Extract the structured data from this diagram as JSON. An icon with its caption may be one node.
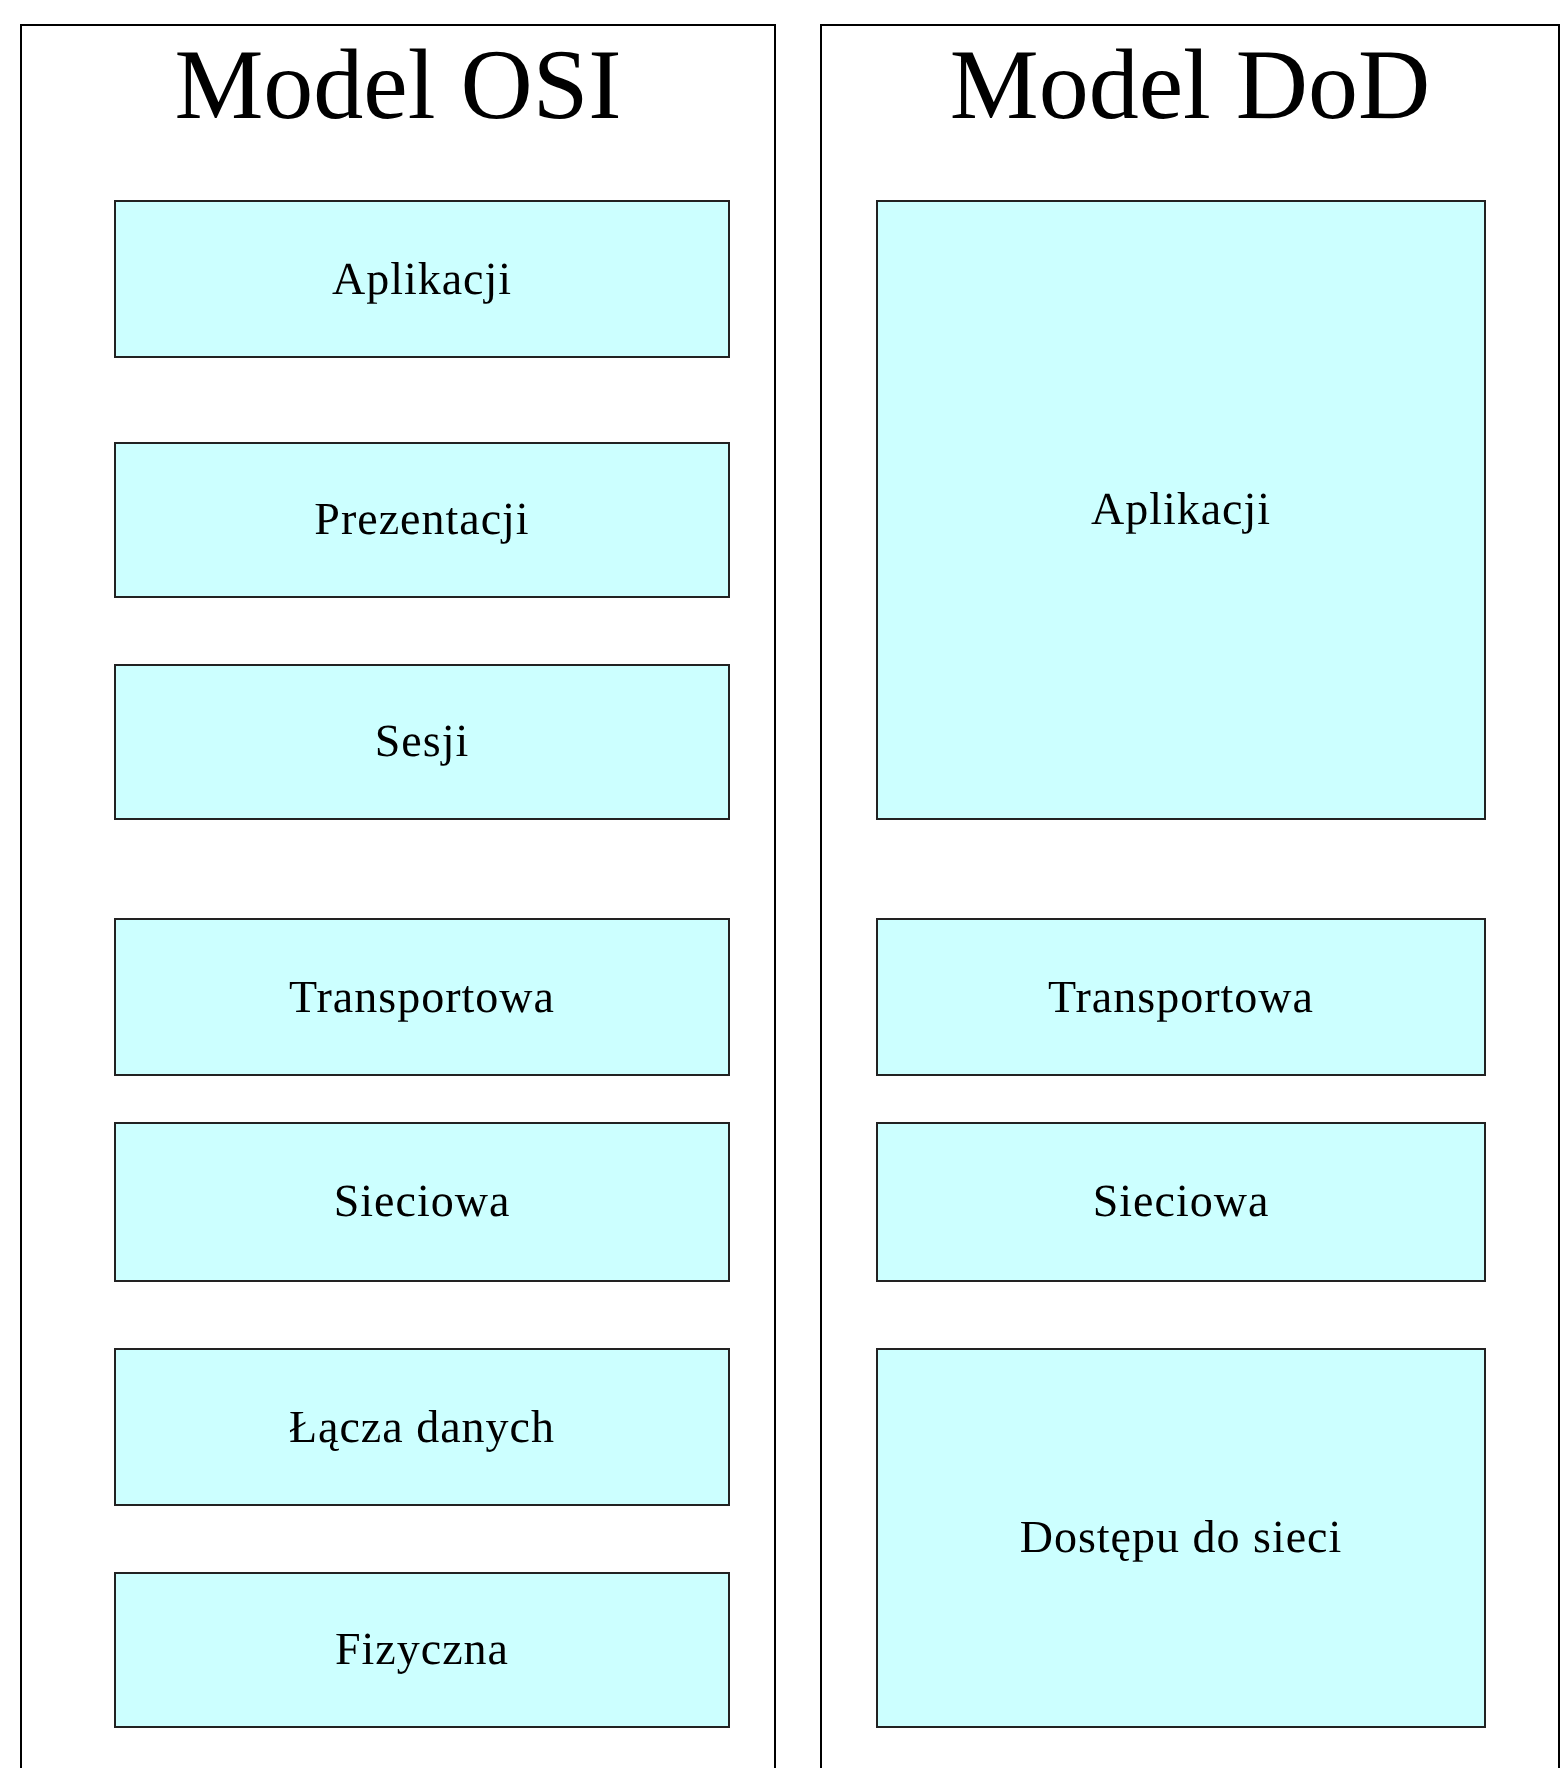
{
  "diagram": {
    "nodes": [
      {
        "text": [
          "Model OSI"
        ]
      },
      {
        "text": [
          "Aplikacji"
        ],
        "in": 0
      },
      {
        "text": [
          "Prezentacji"
        ],
        "in": 0
      },
      {
        "text": [
          "Sesji"
        ],
        "in": 0
      },
      {
        "text": [
          "Transportowa"
        ],
        "in": 0
      },
      {
        "text": [
          "Sieciowa"
        ],
        "in": 0
      },
      {
        "text": [
          "Łącza danych"
        ],
        "in": 0
      },
      {
        "text": [
          "Fizyczna"
        ],
        "in": 0
      },
      {
        "text": [
          "Model DoD"
        ]
      },
      {
        "text": [
          "Aplikacji"
        ],
        "in": 8
      },
      {
        "text": [
          "Transportowa"
        ],
        "in": 8
      },
      {
        "text": [
          "Sieciowa"
        ],
        "in": 8
      },
      {
        "text": [
          "Dostępu do sieci"
        ],
        "in": 8
      }
    ]
  }
}
